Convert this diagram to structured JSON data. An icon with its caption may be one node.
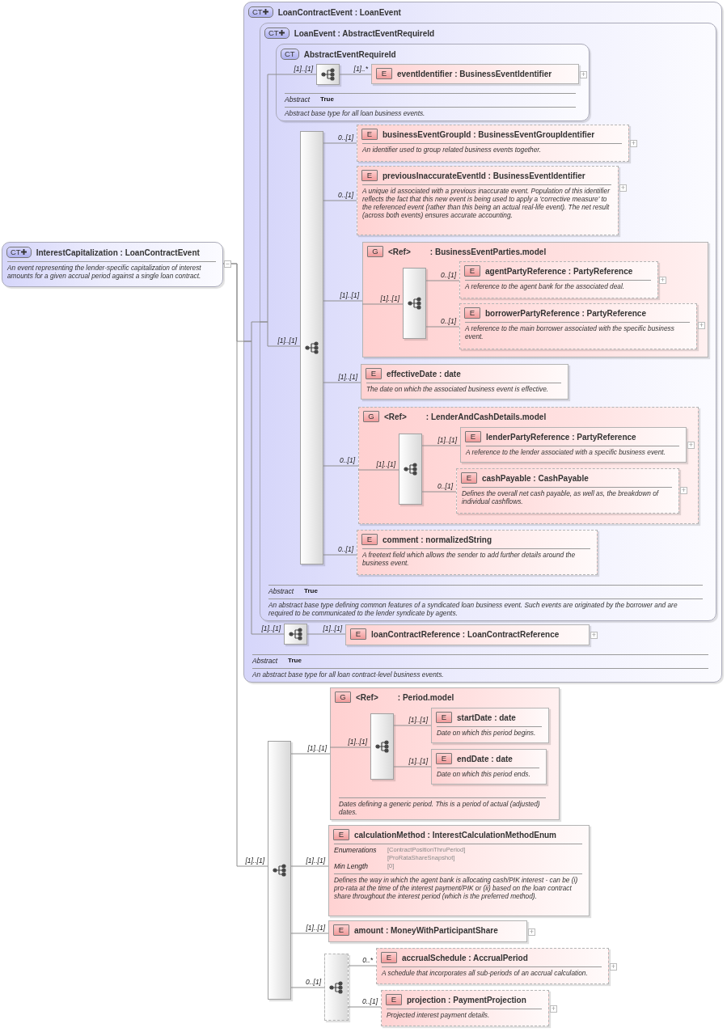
{
  "diagram": {
    "nodes": [
      {
        "text": [
          "CT✚",
          "InterestCapitalization : LoanContractEvent",
          "An event representing the lender-specific capitalization of interest amounts for a given accrual period against a single loan contract."
        ],
        "beside": [
          "−"
        ]
      },
      {
        "text": [
          "CT✚",
          "LoanContractEvent : LoanEvent",
          "Abstract",
          "True",
          "An abstract base type for all loan contract-level business events."
        ]
      },
      {
        "text": [
          "CT✚",
          "LoanEvent : AbstractEventRequireId",
          "Abstract",
          "True",
          "An abstract base type defining common features of a syndicated loan business event. Such events are originated by the borrower and are required to be communicated to the lender syndicate by agents."
        ],
        "in": 1
      },
      {
        "text": [
          "CT",
          "AbstractEventRequireId",
          "Abstract",
          "True",
          "Abstract base type for all loan business events."
        ],
        "in": 2
      },
      {
        "text": [],
        "shape": "box",
        "in": 3
      },
      {
        "text": [
          "E",
          "eventIdentifier : BusinessEventIdentifier"
        ],
        "in": 3,
        "beside": [
          "+"
        ]
      },
      {
        "text": [],
        "shape": "box",
        "in": 2
      },
      {
        "text": [
          "E",
          "businessEventGroupId : BusinessEventGroupIdentifier",
          "An identifier used to group related business events together."
        ],
        "in": 2,
        "beside": [
          "+"
        ]
      },
      {
        "text": [
          "E",
          "previousInaccurateEventId : BusinessEventIdentifier",
          "A unique id associated with a previous inaccurate event. Population of this identifier reflects the fact that this new event is being used to apply a 'corrective measure' to the referenced event (rather than this being an actual real-life event). The net result (across both events) ensures accurate accounting."
        ],
        "in": 2,
        "beside": [
          "+"
        ]
      },
      {
        "text": [
          "G",
          "<Ref>",
          ": BusinessEventParties.model"
        ],
        "in": 2
      },
      {
        "text": [],
        "shape": "box",
        "in": 9
      },
      {
        "text": [
          "E",
          "agentPartyReference : PartyReference",
          "A reference to the agent bank for the associated deal."
        ],
        "in": 9,
        "beside": [
          "+"
        ]
      },
      {
        "text": [
          "E",
          "borrowerPartyReference : PartyReference",
          "A reference to the main borrower associated with the specific business event."
        ],
        "in": 9,
        "beside": [
          "+"
        ]
      },
      {
        "text": [
          "E",
          "effectiveDate : date",
          "The date on which the associated business event is effective."
        ],
        "in": 2
      },
      {
        "text": [
          "G",
          "<Ref>",
          ": LenderAndCashDetails.model"
        ],
        "in": 2
      },
      {
        "text": [],
        "shape": "box",
        "in": 14
      },
      {
        "text": [
          "E",
          "lenderPartyReference : PartyReference",
          "A reference to the lender associated with a specific business event."
        ],
        "in": 14,
        "beside": [
          "+"
        ]
      },
      {
        "text": [
          "E",
          "cashPayable : CashPayable",
          "Defines the overall net cash payable, as well as, the breakdown of individual cashflows."
        ],
        "in": 14,
        "beside": [
          "+"
        ]
      },
      {
        "text": [
          "E",
          "comment : normalizedString",
          "A freetext field which allows the sender to add further details around the business event."
        ],
        "in": 2
      },
      {
        "text": [],
        "shape": "box",
        "in": 1
      },
      {
        "text": [
          "E",
          "loanContractReference : LoanContractReference"
        ],
        "in": 1,
        "beside": [
          "+"
        ]
      },
      {
        "text": [],
        "shape": "box"
      },
      {
        "text": [
          "G",
          "<Ref>",
          ": Period.model",
          "Dates defining a generic period. This is a period of actual (adjusted) dates."
        ]
      },
      {
        "text": [],
        "shape": "box",
        "in": 22
      },
      {
        "text": [
          "E",
          "startDate : date",
          "Date on which this period begins."
        ],
        "in": 22
      },
      {
        "text": [
          "E",
          "endDate : date",
          "Date on which this period ends."
        ],
        "in": 22
      },
      {
        "text": [
          "E",
          "calculationMethod : InterestCalculationMethodEnum",
          "Enumerations",
          "[ContractPositionThruPeriod]",
          "[ProRataShareSnapshot]",
          "Min Length",
          "[0]",
          "Defines the way in which the agent bank is allocating cash/PIK interest - can be (i) pro-rata at the time of the interest payment/PIK or (ii) based on the loan contract share throughout the interest period (which is the preferred method)."
        ]
      },
      {
        "text": [
          "E",
          "amount : MoneyWithParticipantShare"
        ],
        "beside": [
          "+"
        ]
      },
      {
        "text": [],
        "shape": "box"
      },
      {
        "text": [
          "E",
          "accrualSchedule : AccrualPeriod",
          "A schedule that incorporates all sub-periods of an accrual calculation."
        ],
        "beside": [
          "+"
        ]
      },
      {
        "text": [
          "E",
          "projection : PaymentProjection",
          "Projected interest payment details."
        ],
        "beside": [
          "+"
        ]
      }
    ],
    "edges": [
      {
        "from": 0,
        "to": 1,
        "arrow": "none"
      },
      {
        "from": 0,
        "to": 21,
        "arrow": "none",
        "label": "[1]..[1]"
      },
      {
        "from": 1,
        "to": 2,
        "arrow": "none"
      },
      {
        "from": 1,
        "to": 19,
        "arrow": "none",
        "label": "[1]..[1]"
      },
      {
        "from": 2,
        "to": 3,
        "arrow": "none"
      },
      {
        "from": 2,
        "to": 6,
        "arrow": "none",
        "label": "[1]..[1]"
      },
      {
        "from": 3,
        "to": 4,
        "arrow": "none",
        "label": "[1]..[1]"
      },
      {
        "from": 4,
        "to": 5,
        "arrow": "none",
        "label": "[1]..*"
      },
      {
        "from": 6,
        "to": 7,
        "arrow": "none",
        "label": "0..[1]"
      },
      {
        "from": 6,
        "to": 8,
        "arrow": "none",
        "label": "0..[1]"
      },
      {
        "from": 6,
        "to": 9,
        "arrow": "none",
        "label": "[1]..[1]"
      },
      {
        "from": 6,
        "to": 13,
        "arrow": "none",
        "label": "[1]..[1]"
      },
      {
        "from": 6,
        "to": 14,
        "arrow": "none",
        "label": "0..[1]"
      },
      {
        "from": 6,
        "to": 18,
        "arrow": "none",
        "label": "0..[1]"
      },
      {
        "from": 9,
        "to": 10,
        "arrow": "none",
        "label": "[1]..[1]"
      },
      {
        "from": 10,
        "to": 11,
        "arrow": "none",
        "label": "0..[1]"
      },
      {
        "from": 10,
        "to": 12,
        "arrow": "none",
        "label": "0..[1]"
      },
      {
        "from": 14,
        "to": 15,
        "arrow": "none",
        "label": "[1]..[1]"
      },
      {
        "from": 15,
        "to": 16,
        "arrow": "none",
        "label": "[1]..[1]"
      },
      {
        "from": 15,
        "to": 17,
        "arrow": "none",
        "label": "0..[1]"
      },
      {
        "from": 19,
        "to": 20,
        "arrow": "none",
        "label": "[1]..[1]"
      },
      {
        "from": 21,
        "to": 22,
        "arrow": "none",
        "label": "[1]..[1]"
      },
      {
        "from": 21,
        "to": 26,
        "arrow": "none",
        "label": "[1]..[1]"
      },
      {
        "from": 21,
        "to": 27,
        "arrow": "none",
        "label": "[1]..[1]"
      },
      {
        "from": 21,
        "to": 28,
        "arrow": "none",
        "label": "0..[1]"
      },
      {
        "from": 22,
        "to": 23,
        "arrow": "none",
        "label": "[1]..[1]"
      },
      {
        "from": 23,
        "to": 24,
        "arrow": "none",
        "label": "[1]..[1]"
      },
      {
        "from": 23,
        "to": 25,
        "arrow": "none",
        "label": "[1]..[1]"
      },
      {
        "from": 28,
        "to": 29,
        "arrow": "none",
        "label": "0..*"
      },
      {
        "from": 28,
        "to": 30,
        "arrow": "none",
        "label": "0..[1]"
      }
    ]
  }
}
